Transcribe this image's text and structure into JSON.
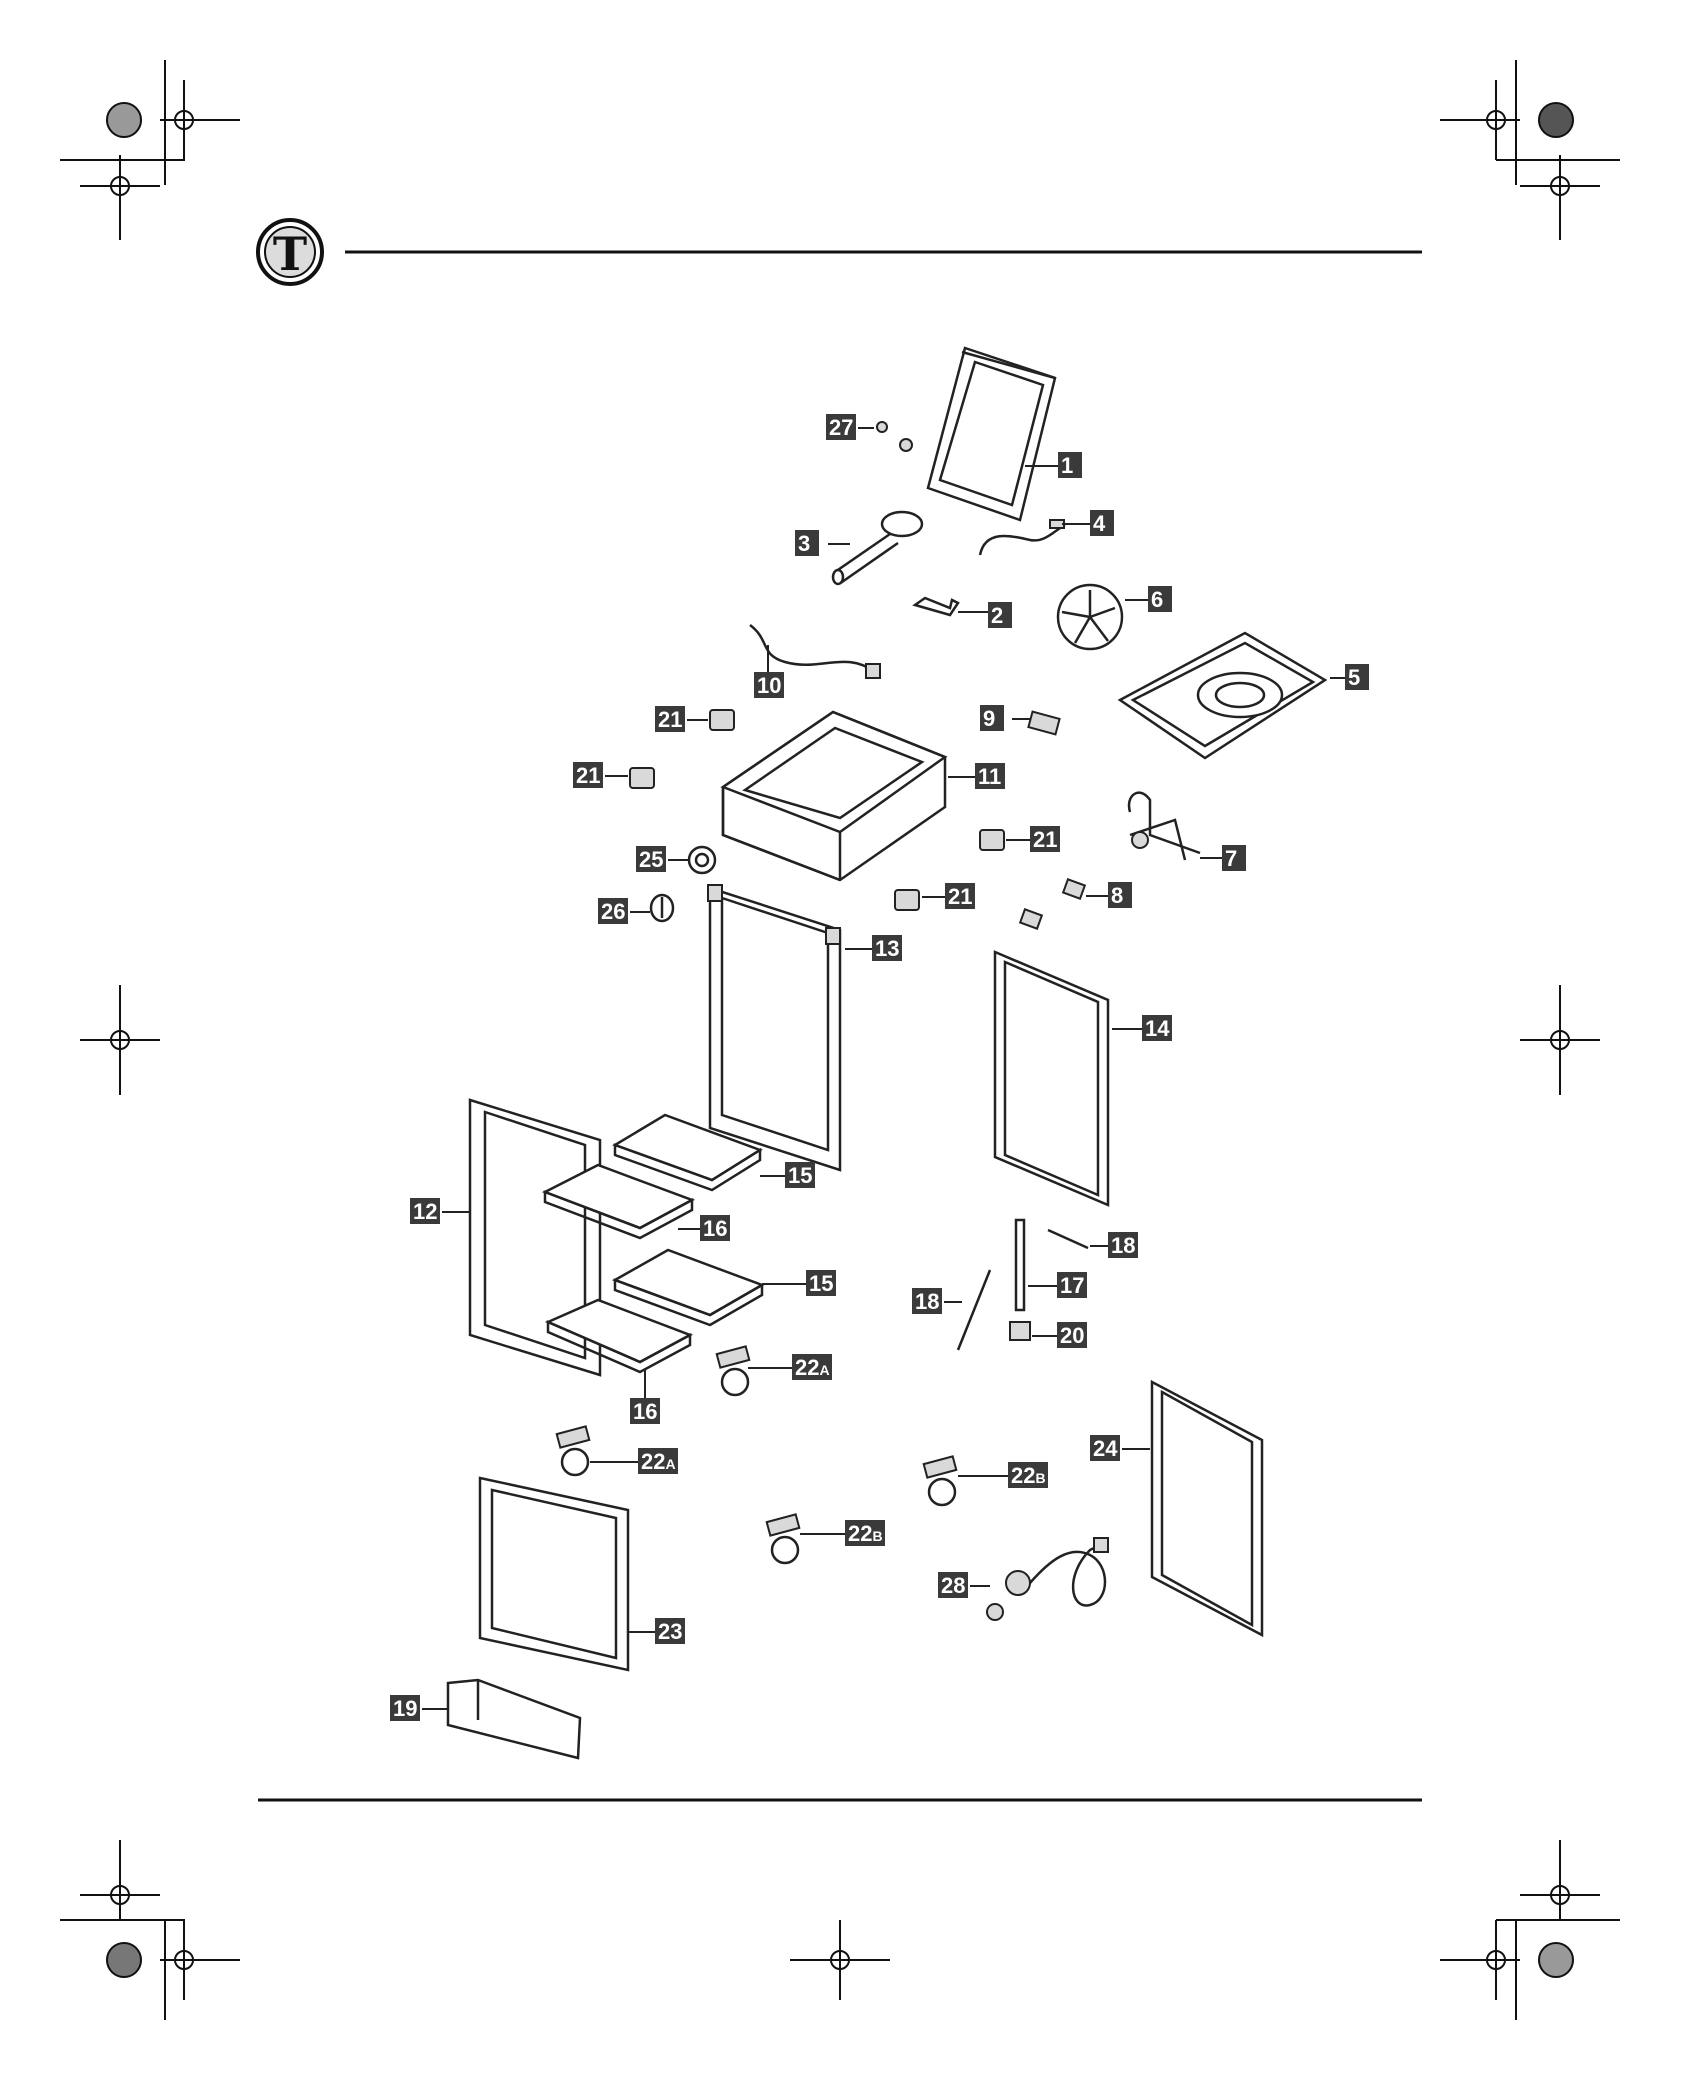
{
  "logo_letter": "T",
  "parts": [
    {
      "id": "p1",
      "label": "1",
      "sub": ""
    },
    {
      "id": "p2",
      "label": "2",
      "sub": ""
    },
    {
      "id": "p3",
      "label": "3",
      "sub": ""
    },
    {
      "id": "p4",
      "label": "4",
      "sub": ""
    },
    {
      "id": "p5",
      "label": "5",
      "sub": ""
    },
    {
      "id": "p6",
      "label": "6",
      "sub": ""
    },
    {
      "id": "p7",
      "label": "7",
      "sub": ""
    },
    {
      "id": "p8",
      "label": "8",
      "sub": ""
    },
    {
      "id": "p9",
      "label": "9",
      "sub": ""
    },
    {
      "id": "p10",
      "label": "10",
      "sub": ""
    },
    {
      "id": "p11",
      "label": "11",
      "sub": ""
    },
    {
      "id": "p12",
      "label": "12",
      "sub": ""
    },
    {
      "id": "p13",
      "label": "13",
      "sub": ""
    },
    {
      "id": "p14",
      "label": "14",
      "sub": ""
    },
    {
      "id": "p15a",
      "label": "15",
      "sub": ""
    },
    {
      "id": "p15b",
      "label": "15",
      "sub": ""
    },
    {
      "id": "p16a",
      "label": "16",
      "sub": ""
    },
    {
      "id": "p16b",
      "label": "16",
      "sub": ""
    },
    {
      "id": "p17",
      "label": "17",
      "sub": ""
    },
    {
      "id": "p18a",
      "label": "18",
      "sub": ""
    },
    {
      "id": "p18b",
      "label": "18",
      "sub": ""
    },
    {
      "id": "p19",
      "label": "19",
      "sub": ""
    },
    {
      "id": "p20",
      "label": "20",
      "sub": ""
    },
    {
      "id": "p21a",
      "label": "21",
      "sub": ""
    },
    {
      "id": "p21b",
      "label": "21",
      "sub": ""
    },
    {
      "id": "p21c",
      "label": "21",
      "sub": ""
    },
    {
      "id": "p21d",
      "label": "21",
      "sub": ""
    },
    {
      "id": "p22a1",
      "label": "22",
      "sub": "A"
    },
    {
      "id": "p22a2",
      "label": "22",
      "sub": "A"
    },
    {
      "id": "p22b1",
      "label": "22",
      "sub": "B"
    },
    {
      "id": "p22b2",
      "label": "22",
      "sub": "B"
    },
    {
      "id": "p23",
      "label": "23",
      "sub": ""
    },
    {
      "id": "p24",
      "label": "24",
      "sub": ""
    },
    {
      "id": "p25",
      "label": "25",
      "sub": ""
    },
    {
      "id": "p26",
      "label": "26",
      "sub": ""
    },
    {
      "id": "p27",
      "label": "27",
      "sub": ""
    },
    {
      "id": "p28",
      "label": "28",
      "sub": ""
    }
  ]
}
